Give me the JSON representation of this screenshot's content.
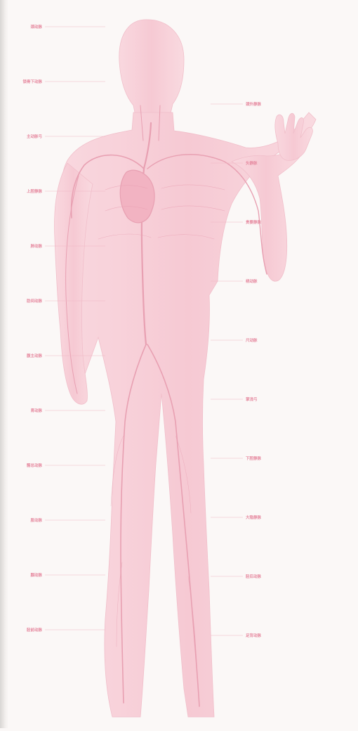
{
  "image": {
    "subject": "anatomy-figure",
    "palette": {
      "background": "#fbf8f7",
      "body_fill": "#f7cdd6",
      "vessel": "#e8a0b2",
      "label": "#e79aac"
    }
  },
  "annotations": [
    {
      "text": "颈动脉",
      "side": "left"
    },
    {
      "text": "锁骨下动脉",
      "side": "left"
    },
    {
      "text": "主动脉弓",
      "side": "left"
    },
    {
      "text": "上腔静脉",
      "side": "left"
    },
    {
      "text": "肺动脉",
      "side": "left"
    },
    {
      "text": "肋间动脉",
      "side": "left"
    },
    {
      "text": "腹主动脉",
      "side": "left"
    },
    {
      "text": "肾动脉",
      "side": "left"
    },
    {
      "text": "髂总动脉",
      "side": "left"
    },
    {
      "text": "股动脉",
      "side": "left"
    },
    {
      "text": "腘动脉",
      "side": "left"
    },
    {
      "text": "胫前动脉",
      "side": "left"
    },
    {
      "text": "颈外静脉",
      "side": "right"
    },
    {
      "text": "头静脉",
      "side": "right"
    },
    {
      "text": "贵要静脉",
      "side": "right"
    },
    {
      "text": "桡动脉",
      "side": "right"
    },
    {
      "text": "尺动脉",
      "side": "right"
    },
    {
      "text": "掌浅弓",
      "side": "right"
    },
    {
      "text": "下腔静脉",
      "side": "right"
    },
    {
      "text": "大隐静脉",
      "side": "right"
    },
    {
      "text": "胫后动脉",
      "side": "right"
    },
    {
      "text": "足背动脉",
      "side": "right"
    }
  ]
}
